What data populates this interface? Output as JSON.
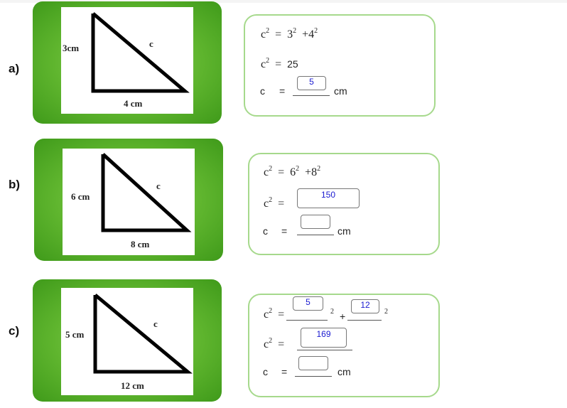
{
  "rows": [
    {
      "label": "a)",
      "triangle": {
        "vertical": "3cm",
        "hypotenuse": "c",
        "horizontal": "4 cm"
      },
      "line1": {
        "lhs": "c",
        "exp": "2",
        "eq": "=",
        "a": "3",
        "b": "4",
        "plus": "+"
      },
      "line2": {
        "lhs": "c",
        "exp": "2",
        "eq": "=",
        "value": "25"
      },
      "line3": {
        "lhs": "c",
        "eq": "=",
        "input": "5",
        "unit": "cm"
      }
    },
    {
      "label": "b)",
      "triangle": {
        "vertical": "6 cm",
        "hypotenuse": "c",
        "horizontal": "8 cm"
      },
      "line1": {
        "lhs": "c",
        "exp": "2",
        "eq": "=",
        "a": "6",
        "b": "8",
        "plus": "+"
      },
      "line2": {
        "lhs": "c",
        "exp": "2",
        "eq": "=",
        "input": "150"
      },
      "line3": {
        "lhs": "c",
        "eq": "=",
        "input": "",
        "unit": "cm"
      }
    },
    {
      "label": "c)",
      "triangle": {
        "vertical": "5 cm",
        "hypotenuse": "c",
        "horizontal": "12 cm"
      },
      "line1": {
        "lhs": "c",
        "exp": "2",
        "eq": "=",
        "input_a": "5",
        "input_b": "12",
        "plus": "+"
      },
      "line2": {
        "lhs": "c",
        "exp": "2",
        "eq": "=",
        "input": "169"
      },
      "line3": {
        "lhs": "c",
        "eq": "=",
        "input": "",
        "unit": "cm"
      }
    }
  ],
  "colors": {
    "card_green": "#5fb52e",
    "eqbox_border": "#a6d98c",
    "input_text": "#1a1ad0"
  }
}
